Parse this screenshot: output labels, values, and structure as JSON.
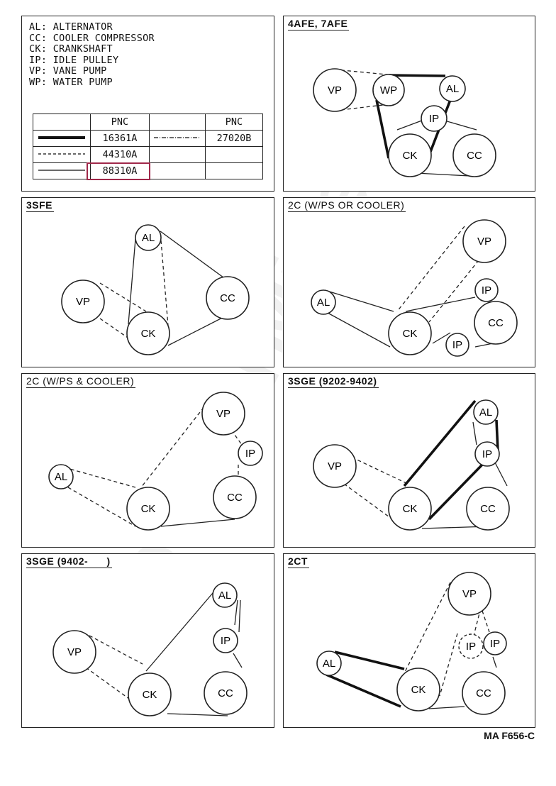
{
  "legend": {
    "lines": [
      "AL: ALTERNATOR",
      "CC: COOLER COMPRESSOR",
      "CK: CRANKSHAFT",
      "IP: IDLE PULLEY",
      "VP: VANE PUMP",
      "WP: WATER PUMP"
    ],
    "pnc_header": "PNC",
    "pnc_header2": "PNC",
    "rows": [
      {
        "style": "thick",
        "pnc": "16361A"
      },
      {
        "style": "dashed",
        "pnc": "44310A"
      },
      {
        "style": "thin",
        "pnc": "88310A"
      }
    ],
    "dashdot_pnc": "27020B",
    "highlight_color": "#a0284a"
  },
  "panels": [
    {
      "id": "p1",
      "title": "4AFE, 7AFE"
    },
    {
      "id": "p2",
      "title": "3SFE"
    },
    {
      "id": "p3",
      "title": "2C (W/PS OR COOLER)"
    },
    {
      "id": "p4",
      "title": "2C (W/PS & COOLER)"
    },
    {
      "id": "p5",
      "title": "3SGE (9202-9402)"
    },
    {
      "id": "p6",
      "title": "3SGE (9402-      )"
    },
    {
      "id": "p7",
      "title": "2CT"
    }
  ],
  "pulleys": {
    "VP": "VP",
    "WP": "WP",
    "AL": "AL",
    "IP": "IP",
    "CK": "CK",
    "CC": "CC"
  },
  "footer": "MA F656-C",
  "watermark": "ToyotaCarMine.ru"
}
